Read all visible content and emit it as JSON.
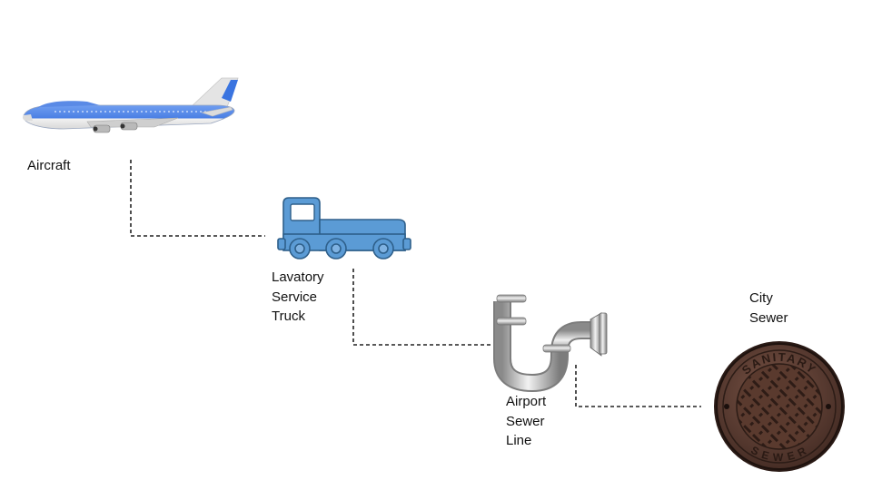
{
  "diagram": {
    "nodes": [
      {
        "id": "aircraft",
        "icon": "airplane-icon",
        "label_lines": [
          "Aircraft"
        ]
      },
      {
        "id": "truck",
        "icon": "truck-icon",
        "label_lines": [
          "Lavatory",
          "Service",
          "Truck"
        ]
      },
      {
        "id": "airport_sewer",
        "icon": "pipe-icon",
        "label_lines": [
          "Airport",
          "Sewer",
          "Line"
        ]
      },
      {
        "id": "city_sewer",
        "icon": "manhole-cover-icon",
        "label_lines": [
          "City",
          "Sewer"
        ],
        "cover_text_top": "SANITARY",
        "cover_text_bottom": "SEWER"
      }
    ],
    "connectors": [
      {
        "from": "aircraft",
        "to": "truck",
        "style": "dashed"
      },
      {
        "from": "truck",
        "to": "airport_sewer",
        "style": "dashed"
      },
      {
        "from": "airport_sewer",
        "to": "city_sewer",
        "style": "dashed"
      }
    ],
    "colors": {
      "airplane_blue": "#4f86e8",
      "truck_blue": "#5b9bd5",
      "truck_outline": "#2e5f8a",
      "pipe_silver": "#b8b8b8",
      "manhole_brown": "#5a3a2e",
      "connector": "#222222"
    }
  }
}
